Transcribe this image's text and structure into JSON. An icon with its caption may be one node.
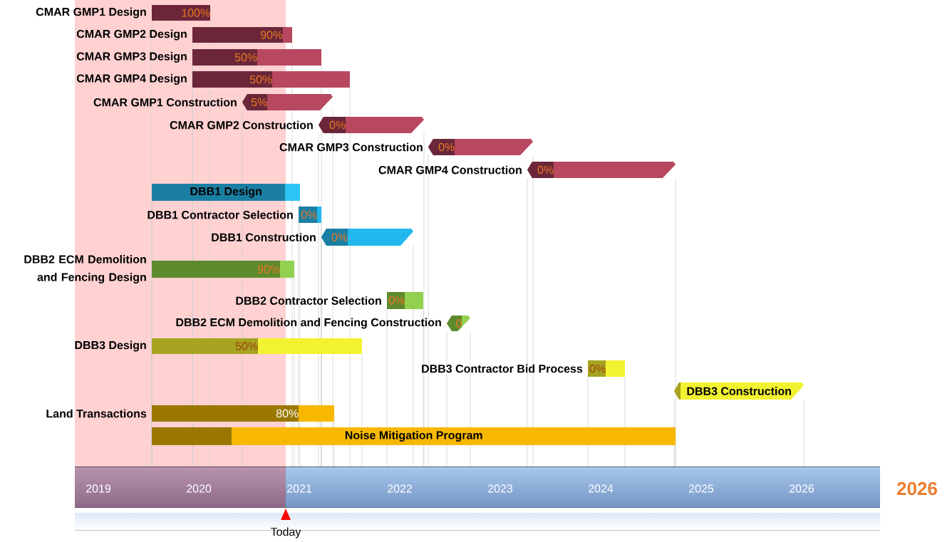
{
  "diagram": {
    "nodes": [
      {
        "text": [
          "100%"
        ],
        "beside": [
          "CMAR GMP1 Design"
        ]
      },
      {
        "text": [
          "90%"
        ],
        "beside": [
          "CMAR GMP2 Design"
        ]
      },
      {
        "text": [
          "50%"
        ],
        "beside": [
          "CMAR GMP3 Design"
        ]
      },
      {
        "text": [
          "50%"
        ],
        "beside": [
          "CMAR GMP4 Design"
        ]
      },
      {
        "text": [
          "5%"
        ],
        "beside": [
          "CMAR GMP1 Construction"
        ]
      },
      {
        "text": [
          "0%"
        ],
        "beside": [
          "CMAR GMP2 Construction"
        ]
      },
      {
        "text": [
          "0%"
        ],
        "beside": [
          "CMAR GMP3 Construction"
        ]
      },
      {
        "text": [
          "0%"
        ],
        "beside": [
          "CMAR GMP4 Construction"
        ]
      },
      {
        "text": [
          "DBB1 Design"
        ]
      },
      {
        "text": [
          "0%"
        ],
        "beside": [
          "DBB1 Contractor Selection"
        ]
      },
      {
        "text": [
          "0%"
        ],
        "beside": [
          "DBB1 Construction"
        ]
      },
      {
        "text": [
          "90%"
        ],
        "beside": [
          "DBB2 ECM Demolition and Fencing Design"
        ]
      },
      {
        "text": [
          "0%"
        ],
        "beside": [
          "DBB2 Contractor Selection"
        ]
      },
      {
        "text": [
          "0"
        ],
        "beside": [
          "DBB2 ECM Demolition and Fencing Construction"
        ]
      },
      {
        "text": [
          "50%"
        ],
        "beside": [
          "DBB3 Design"
        ]
      },
      {
        "text": [
          "0%"
        ],
        "beside": [
          "DBB3 Contractor Bid Process"
        ]
      },
      {
        "text": [
          "DBB3 Construction"
        ]
      },
      {
        "text": [
          "80%"
        ],
        "beside": [
          "Land Transactions"
        ]
      },
      {
        "text": [
          "Noise Mitigation Program"
        ]
      }
    ],
    "labels": [
      "2019",
      "2020",
      "2021",
      "2022",
      "2023",
      "2024",
      "2025",
      "2026",
      "2026",
      "Today"
    ]
  }
}
